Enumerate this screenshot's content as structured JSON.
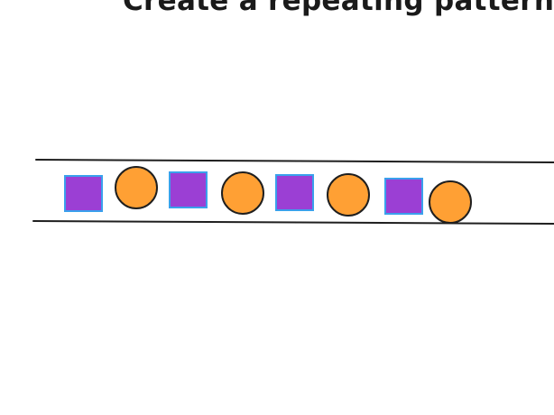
{
  "title": "Create a repeating pattern",
  "pattern": {
    "sequence": [
      "square",
      "circle",
      "square",
      "circle",
      "square",
      "circle",
      "square",
      "circle"
    ],
    "colors": {
      "square_fill": "#9b3fd4",
      "square_stroke": "#3aa0ec",
      "circle_fill": "#ffa034",
      "circle_stroke": "#1f1f1f",
      "line": "#1f1f1f"
    }
  }
}
